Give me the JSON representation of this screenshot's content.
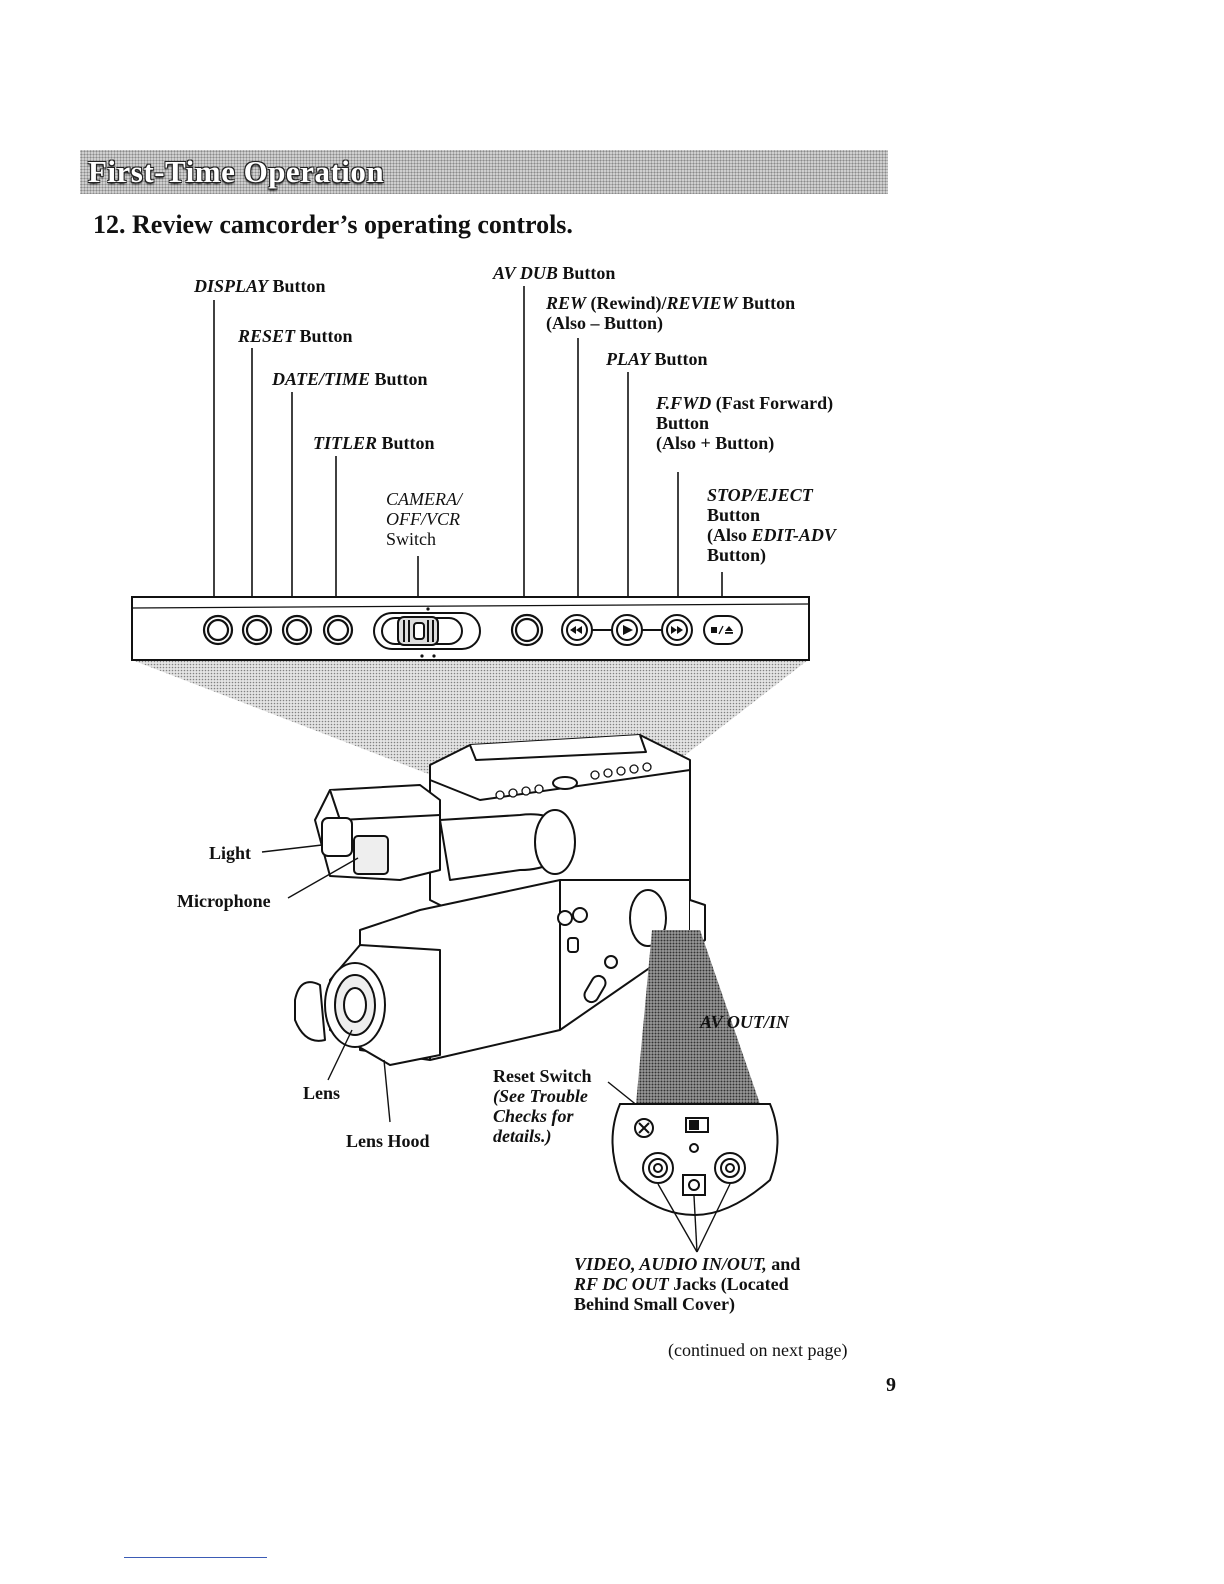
{
  "banner": {
    "title": "First-Time Operation"
  },
  "heading": "12.  Review camcorder’s operating controls.",
  "labels": {
    "display": {
      "italic": "DISPLAY",
      "rest": " Button"
    },
    "reset": {
      "italic": "RESET",
      "rest": " Button"
    },
    "datetime": {
      "italic": "DATE/TIME",
      "rest": " Button"
    },
    "titler": {
      "italic": "TITLER",
      "rest": " Button"
    },
    "camera_switch": {
      "line1": "CAMERA/",
      "line2": "OFF/VCR",
      "line3": "Switch"
    },
    "avdub": {
      "italic": "AV DUB",
      "rest": " Button"
    },
    "rew": {
      "italic1": "REW",
      "mid": " (Rewind)/",
      "italic2": "REVIEW",
      "rest": " Button",
      "line2": "(Also – Button)"
    },
    "play": {
      "italic": "PLAY",
      "rest": " Button"
    },
    "ffwd": {
      "italic": "F.FWD",
      "rest": " (Fast Forward)",
      "line2": "Button",
      "line3": "(Also + Button)"
    },
    "stop": {
      "italic": "STOP/EJECT",
      "line2": "Button",
      "line3_pre": "(Also ",
      "line3_italic": "EDIT-ADV",
      "line4": "Button)"
    },
    "light": "Light",
    "microphone": "Microphone",
    "lens": "Lens",
    "lens_hood": "Lens Hood",
    "reset_switch": {
      "line1": "Reset Switch",
      "line2": "(See Trouble",
      "line3": "Checks for",
      "line4": "details.)"
    },
    "av_switch": "AV OUT/IN",
    "jacks": {
      "l1_italic": "VIDEO, AUDIO IN/OUT,",
      "l1_rest": " and",
      "l2_italic": "RF DC OUT",
      "l2_rest": " Jacks (Located",
      "l3": "Behind Small Cover)"
    }
  },
  "panel_icons": {
    "rew": "rewind-icon",
    "play": "play-icon",
    "ffwd": "fast-forward-icon",
    "stop": "stop-eject-icon"
  },
  "footer": {
    "continued": "(continued on next page)",
    "page_number": "9"
  }
}
